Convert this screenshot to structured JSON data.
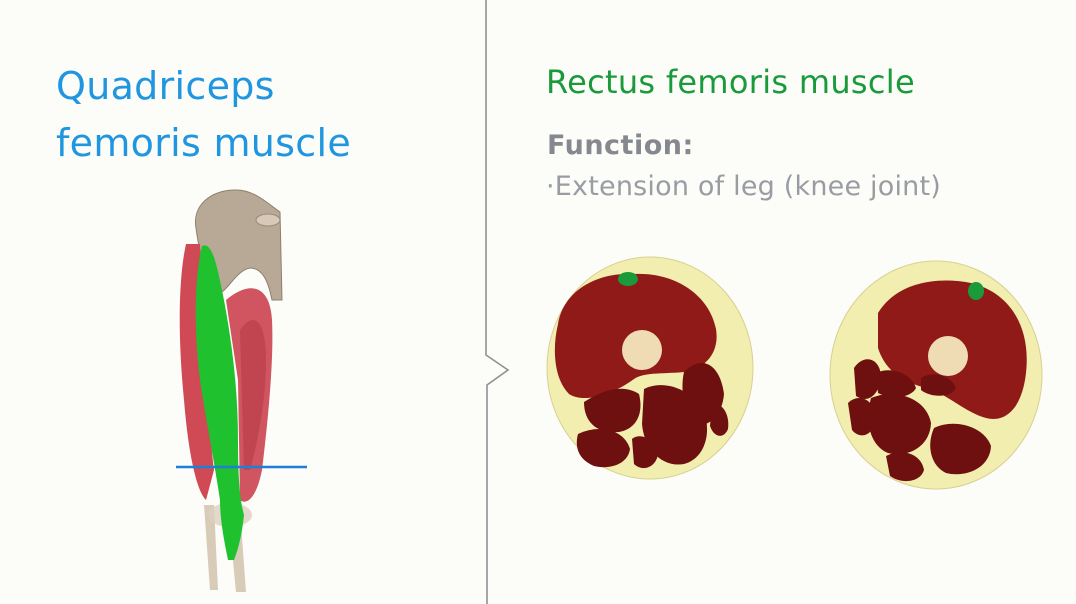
{
  "left_panel": {
    "title_line1": "Quadriceps",
    "title_line2": "femoris muscle",
    "title_color": "#2196e0",
    "illustration": {
      "label": "anterior thigh illustration",
      "highlighted_muscle_color": "#1fc12e",
      "section_line_color": "#1e7fd6"
    }
  },
  "right_panel": {
    "title": "Rectus femoris muscle",
    "title_color": "#1a9a3a",
    "function_label": "Function:",
    "function_items": [
      "·Extension of leg (knee joint)"
    ],
    "cross_sections": [
      {
        "label": "cross-section left thigh",
        "highlight_color": "#1a9a3a"
      },
      {
        "label": "cross-section right thigh",
        "highlight_color": "#1a9a3a"
      }
    ]
  },
  "colors": {
    "background": "#fcfcf8",
    "divider": "#8e9097",
    "muscle_red": "#c9404a",
    "cs_muscle": "#7a1212",
    "cs_fat": "#f2eeb0",
    "bone": "#efdcb4"
  }
}
